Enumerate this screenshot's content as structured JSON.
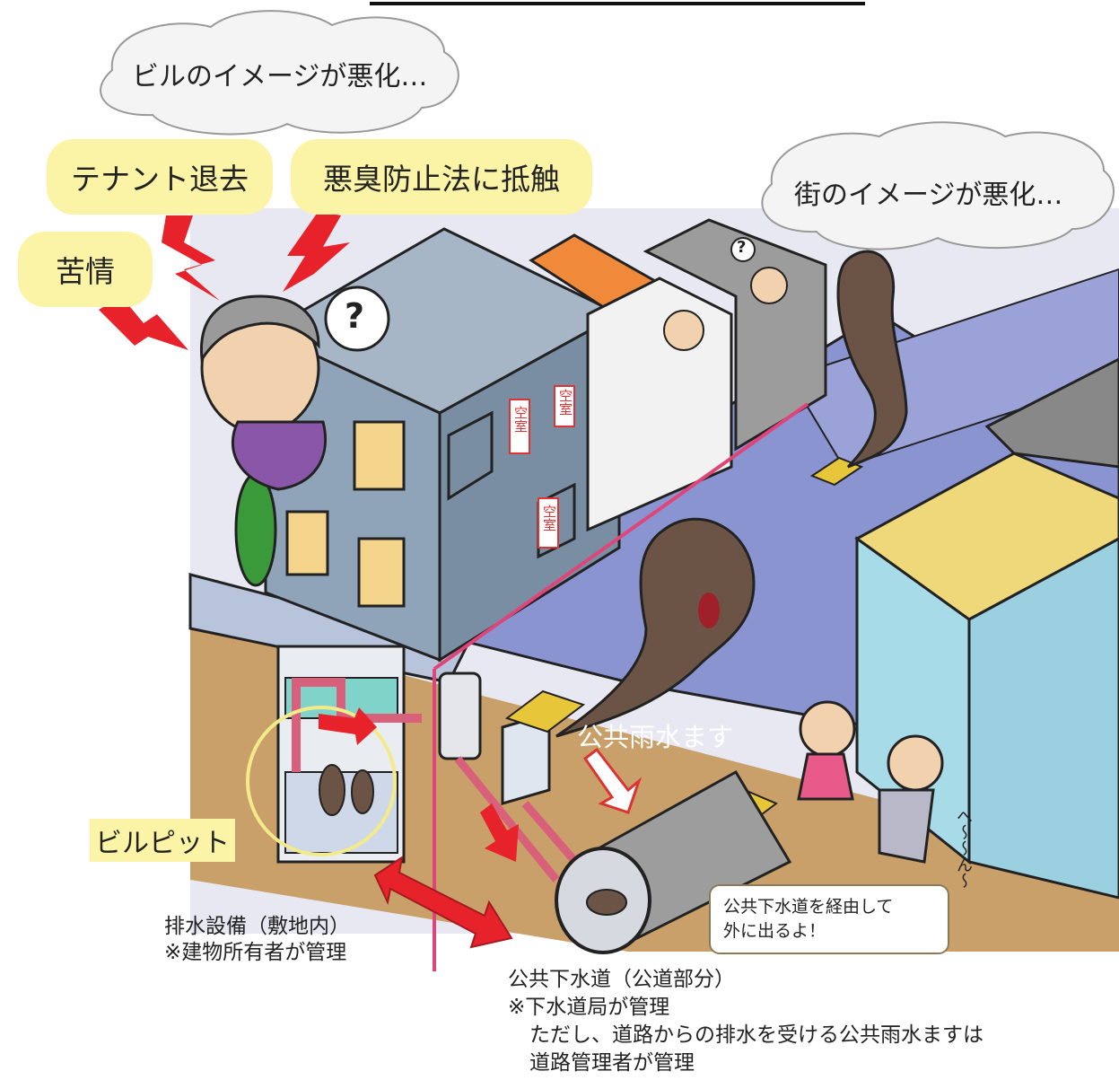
{
  "clouds": {
    "building_image": "ビルのイメージが悪化…",
    "town_image": "街のイメージが悪化…"
  },
  "yellow_labels": {
    "tenant": "テナント退去",
    "odor_law": "悪臭防止法に抵触",
    "complaint": "苦情",
    "building_pit": "ビルピット"
  },
  "question_mark": "?",
  "vacancy_signs": [
    "空室",
    "空室",
    "空室"
  ],
  "rainwater_inlet": "公共雨水ます",
  "speech_bubble": {
    "line1": "公共下水道を経由して",
    "line2": "外に出るよ！"
  },
  "sound_effect": "へ〜〜ん〜",
  "private_side": {
    "line1": "排水設備（敷地内）",
    "line2": "※建物所有者が管理"
  },
  "public_side": {
    "line1": "公共下水道（公道部分）",
    "line2": "※下水道局が管理",
    "line3": "ただし、道路からの排水を受ける公共雨水ますは",
    "line4": "道路管理者が管理"
  },
  "colors": {
    "pill_yellow": "#fbf3a6",
    "arrow_red": "#e8222a",
    "boundary_pink": "#e0457a",
    "road_blue": "#8a94d0",
    "odor_brown": "#6b5445"
  }
}
